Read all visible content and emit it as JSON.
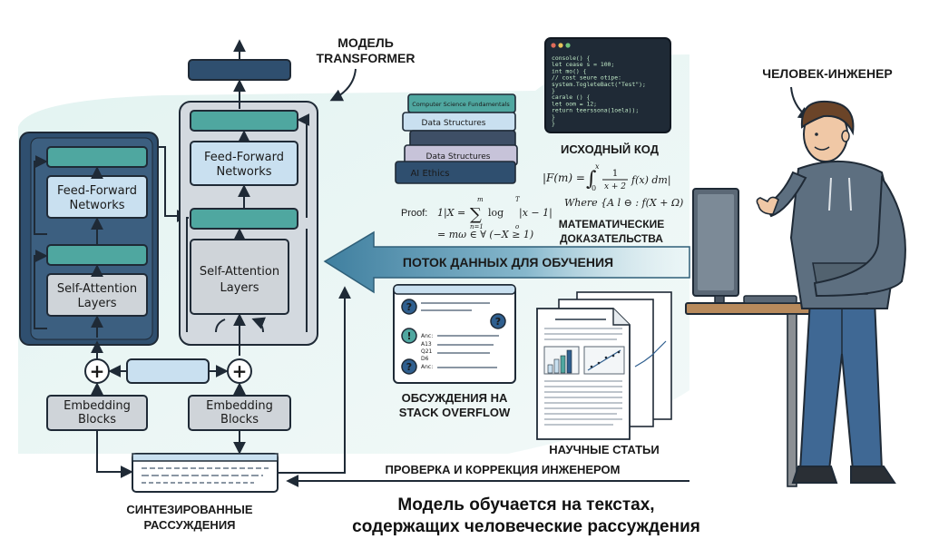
{
  "transformer": {
    "title_line1": "МОДЕЛЬ",
    "title_line2": "TRANSFORMER",
    "encoder": {
      "ffn_line1": "Feed-Forward",
      "ffn_line2": "Networks",
      "attn_line1": "Self-Attention",
      "attn_line2": "Layers",
      "embed_line1": "Embedding",
      "embed_line2": "Blocks"
    },
    "decoder": {
      "ffn_line1": "Feed-Forward",
      "ffn_line2": "Networks",
      "attn_line1": "Self-Attention",
      "attn_line2": "Layers",
      "embed_line1": "Embedding",
      "embed_line2": "Blocks"
    },
    "plus_symbol": "+"
  },
  "sources": {
    "books": [
      "Computer Science Fundamentals",
      "Data Structures",
      "Data Structures",
      "AI Ethics"
    ],
    "code": {
      "lines": [
        "console() {",
        "  let cease s = 100;",
        "  int mo() {",
        "    // cost seure otipe:",
        "    system.TogleteBact(\"Test\");",
        "  }",
        "  carale () {",
        "    let oom = 12;",
        "    return teerssona(1oela));",
        "  }",
        "}"
      ],
      "label": "ИСХОДНЫЙ КОД"
    },
    "math": {
      "formula_lhs": "|F(m) =",
      "integral_top": "x",
      "integral_bottom": "0",
      "frac_num": "1",
      "frac_den": "x + 2",
      "formula_tail": "f(x) dm|",
      "where_line": "Where {A l ⊖ : f(X + Ω)",
      "proof_label": "Proof:",
      "proof_left": "1|X =",
      "sum_top": "m",
      "sum_bottom": "n=1",
      "log_part": "log",
      "bracket_top": "T",
      "bracket_bottom": "o",
      "bracket_body": "|x − 1|",
      "proof_line2": "= mω ∈ ∀ (−X ≥ 1)",
      "label_line1": "МАТЕМАТИЧЕСКИЕ",
      "label_line2": "ДОКАЗАТЕЛЬСТВА"
    },
    "stackoverflow": {
      "q_mark": "?",
      "warn_mark": "!",
      "answer_prefix": "Anc:",
      "answer_items": [
        "A13",
        "Q21",
        "D6"
      ],
      "label_line1": "ОБСУЖДЕНИЯ НА",
      "label_line2": "STACK OVERFLOW"
    },
    "papers": {
      "label": "НАУЧНЫЕ СТАТЬИ"
    }
  },
  "flow": {
    "label": "ПОТОК ДАННЫХ ДЛЯ ОБУЧЕНИЯ"
  },
  "engineer": {
    "label": "ЧЕЛОВЕК-ИНЖЕНЕР",
    "review_label": "ПРОВЕРКА И КОРРЕКЦИЯ ИНЖЕНЕРОМ"
  },
  "output": {
    "label_line1": "СИНТЕЗИРОВАННЫЕ",
    "label_line2": "РАССУЖДЕНИЯ"
  },
  "caption": {
    "line1": "Модель обучается на текстах,",
    "line2": "содержащих человеческие рассуждения"
  },
  "colors": {
    "outline": "#1f2a36",
    "teal": "#4fa7a0",
    "light_blue": "#c9e0f0",
    "encoder_bg": "#2f4f6f",
    "decoder_bg": "#d3d9df",
    "block_gray": "#cfd4d9",
    "flow": "#4a8aa8",
    "mint": "#dff0ee"
  }
}
